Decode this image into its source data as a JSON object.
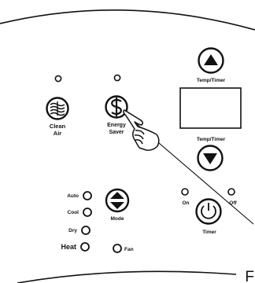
{
  "panel": {
    "temp_timer_up_label": "Temp/Timer",
    "temp_timer_down_label": "Temp/Timer",
    "clean_air": {
      "line1": "Clean",
      "line2": "Air"
    },
    "energy_saver": {
      "line1": "Energy",
      "line2": "Saver"
    },
    "modes": {
      "auto": "Auto",
      "cool": "Cool",
      "dry": "Dry",
      "heat": "Heat",
      "fan": "Fan"
    },
    "mode_button_label": "Mode",
    "timer": {
      "on_label": "On",
      "off_label": "Off",
      "button_label": "Timer"
    },
    "callout_letter": "F"
  },
  "icons": {
    "up": "up-arrow-icon",
    "down": "down-arrow-icon",
    "clean_air": "air-filter-icon",
    "energy_saver": "dollar-sign-icon",
    "mode": "up-down-arrows-icon",
    "timer": "power-timer-icon",
    "pointer": "pointing-hand-icon"
  }
}
